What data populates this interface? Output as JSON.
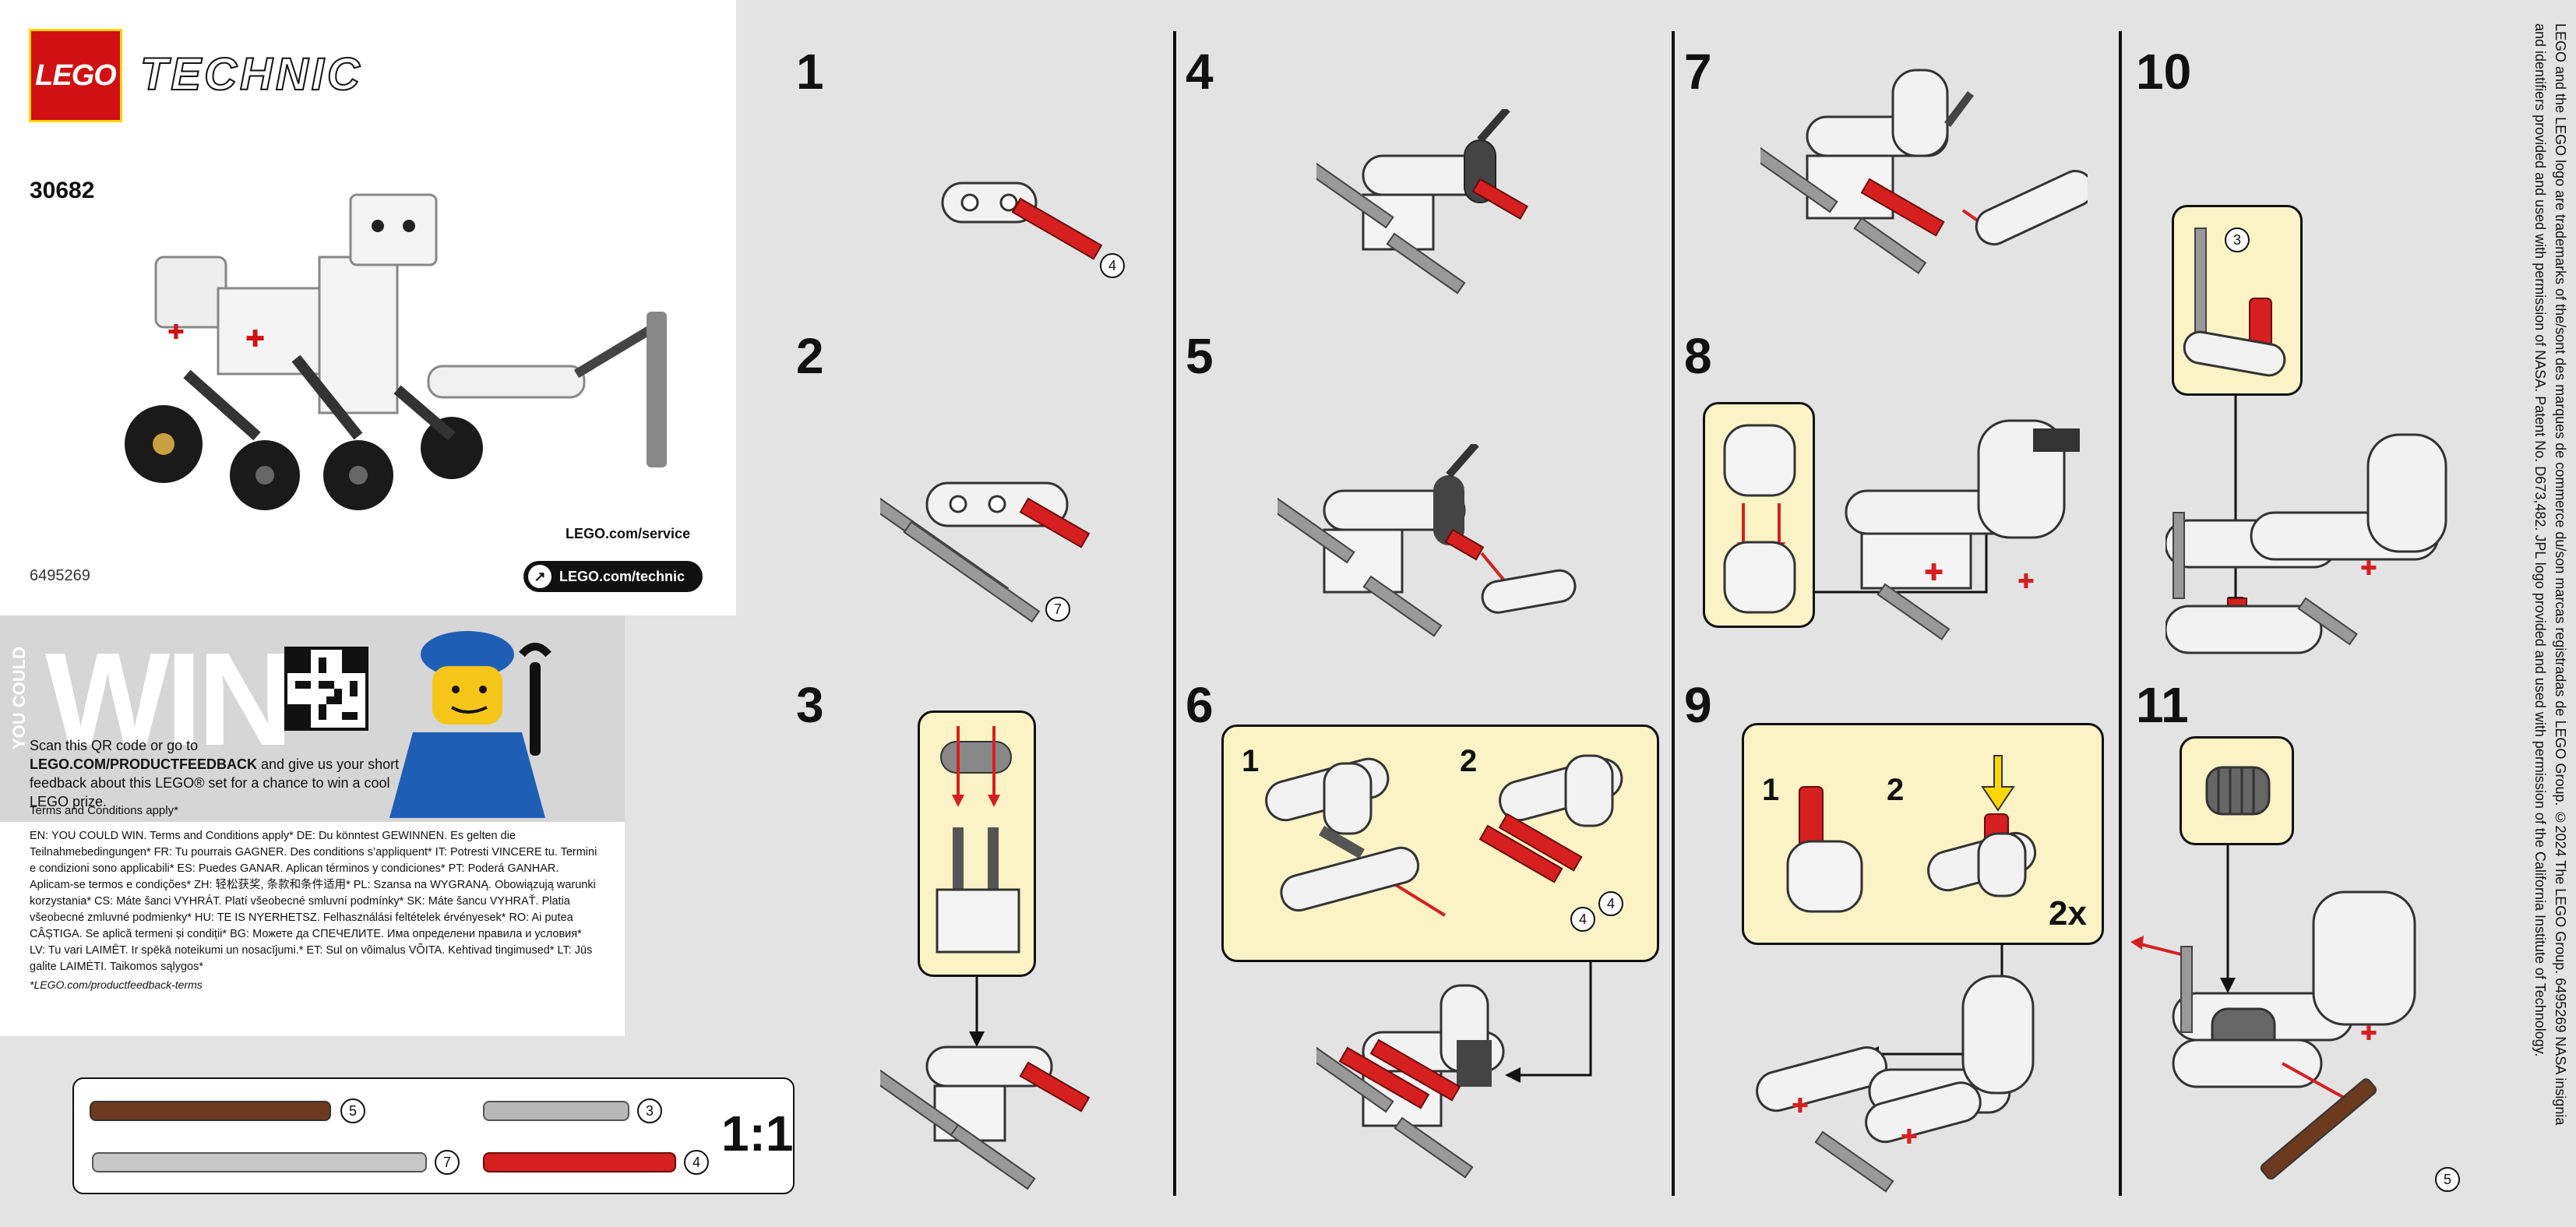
{
  "header": {
    "brand": "LEGO",
    "line": "TECHNIC"
  },
  "product": {
    "set_number": "30682",
    "service_link": "LEGO.com/service",
    "technic_link": "LEGO.com/technic",
    "barcode_number": "6495269"
  },
  "promo": {
    "side_text": "YOU COULD",
    "big_word": "WIN",
    "scan_line1": "Scan this QR code or go to",
    "scan_bold": "LEGO.COM/PRODUCTFEEDBACK",
    "scan_line2": " and give us your short feedback about this LEGO® set for a chance to win a cool LEGO prize.",
    "terms": "Terms and Conditions apply*",
    "languages": [
      "EN: YOU COULD WIN. Terms and Conditions apply* DE: Du könntest GEWINNEN. Es gelten die Teilnahmebedingungen* FR: Tu pourrais GAGNER. Des conditions s’appliquent* IT: Potresti VINCERE tu. Termini e condizioni sono applicabili* ES: Puedes GANAR. Aplican términos y condiciones* PT: Poderá GANHAR. Aplicam-se termos e condições* ZH: 轻松获奖, 条款和条件适用* PL: Szansa na WYGRANĄ. Obowiązują warunki korzystania* CS: Máte šanci VYHRÁT. Platí všeobecné smluvní podmínky* SK: Máte šancu VYHRAŤ. Platia všeobecné zmluvné podmienky* HU: TE IS NYERHETSZ. Felhasználási feltételek érvényesek* RO: Ai putea CÂȘTIGA. Se aplică termeni și condiții* BG: Можете да СПЕЧЕЛИТЕ. Има определени правила и условия* LV: Tu vari LAIMĒT. Ir spēkā noteikumi un nosacījumi.* ET: Sul on võimalus VÕITA. Kehtivad tingimused* LT: Jūs galite LAIMĖTI. Taikomos sąlygos*"
    ],
    "feedback_terms": "*LEGO.com/productfeedback-terms"
  },
  "parts": {
    "ratio": "1:1",
    "items": [
      {
        "color": "#6b3a1f",
        "count": "5"
      },
      {
        "color": "#b8b8b8",
        "count": "3"
      },
      {
        "color": "#c8c8c8",
        "count": "7"
      },
      {
        "color": "#d62020",
        "count": "4"
      }
    ]
  },
  "steps": [
    {
      "num": "1",
      "count": "4"
    },
    {
      "num": "2",
      "count": "7"
    },
    {
      "num": "3"
    },
    {
      "num": "4"
    },
    {
      "num": "5"
    },
    {
      "num": "6",
      "sub": [
        "1",
        "2"
      ],
      "count_a": "4",
      "count_b": "4"
    },
    {
      "num": "7"
    },
    {
      "num": "8"
    },
    {
      "num": "9",
      "sub": [
        "1",
        "2"
      ],
      "multiplier": "2x"
    },
    {
      "num": "10",
      "count": "3"
    },
    {
      "num": "11",
      "count": "5"
    }
  ],
  "legal": "LEGO and the LEGO logo are trademarks of the/sont des marques de commerce du/son marcas registradas de LEGO Group. ©2024 The LEGO Group. 6495269 NASA insignia and identifiers provided and used with permission of NASA. Patent No. D673,482. JPL logo provided and used with permission of the California Institute of Technology.",
  "colors": {
    "red": "#d01012",
    "yellow": "#ffd500",
    "callout": "#fbf3c5"
  }
}
